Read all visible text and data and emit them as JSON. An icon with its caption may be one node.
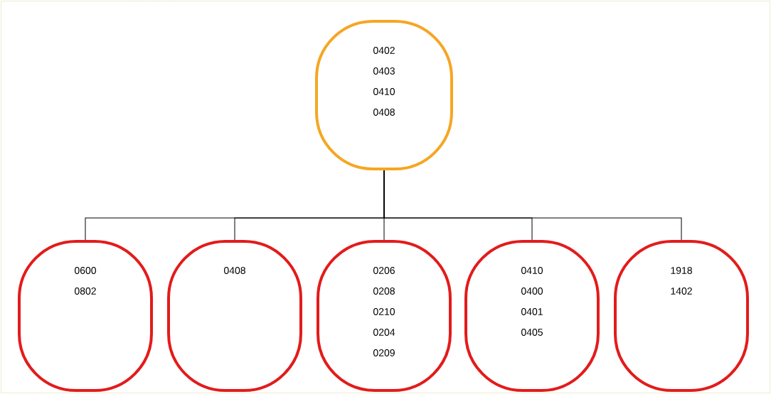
{
  "diagram": {
    "nodes": [
      {
        "text": [
          "0402",
          "0403",
          "0410",
          "0408"
        ]
      },
      {
        "text": [
          "0600",
          "0802"
        ]
      },
      {
        "text": [
          "0408"
        ]
      },
      {
        "text": [
          "0206",
          "0208",
          "0210",
          "0204",
          "0209"
        ]
      },
      {
        "text": [
          "0410",
          "0400",
          "0401",
          "0405"
        ]
      },
      {
        "text": [
          "1918",
          "1402"
        ]
      }
    ],
    "edges": [
      {
        "from": 0,
        "to": 1,
        "arrow": "none"
      },
      {
        "from": 0,
        "to": 2,
        "arrow": "none"
      },
      {
        "from": 0,
        "to": 3,
        "arrow": "none"
      },
      {
        "from": 0,
        "to": 4,
        "arrow": "none"
      },
      {
        "from": 0,
        "to": 5,
        "arrow": "none"
      }
    ]
  }
}
